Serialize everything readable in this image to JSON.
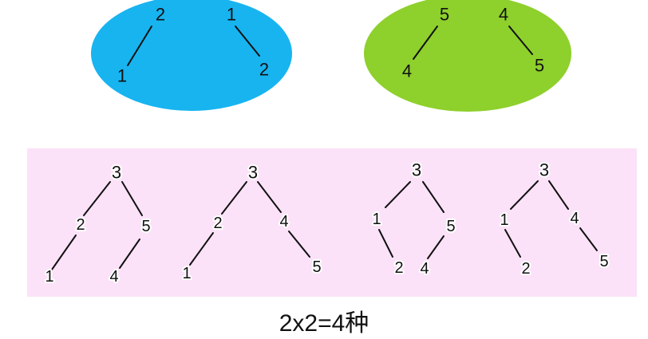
{
  "colors": {
    "blue_ellipse": "#17b4f0",
    "green_ellipse": "#8ed02c",
    "pink_panel": "#fbe2f8",
    "ink": "#111111"
  },
  "top_groups": [
    {
      "name": "blue-group",
      "trees": [
        {
          "root": "2",
          "left": "1"
        },
        {
          "root": "1",
          "right": "2"
        }
      ]
    },
    {
      "name": "green-group",
      "trees": [
        {
          "root": "5",
          "left": "4"
        },
        {
          "root": "4",
          "right": "5"
        }
      ]
    }
  ],
  "combined_trees": [
    {
      "root": "3",
      "left": {
        "value": "2",
        "left": "1"
      },
      "right": {
        "value": "5",
        "left": "4"
      }
    },
    {
      "root": "3",
      "left": {
        "value": "2",
        "left": "1"
      },
      "right": {
        "value": "4",
        "right": "5"
      }
    },
    {
      "root": "3",
      "left": {
        "value": "1",
        "right": "2"
      },
      "right": {
        "value": "5",
        "left": "4"
      }
    },
    {
      "root": "3",
      "left": {
        "value": "1",
        "right": "2"
      },
      "right": {
        "value": "4",
        "right": "5"
      }
    }
  ],
  "caption": "2x2=4种"
}
